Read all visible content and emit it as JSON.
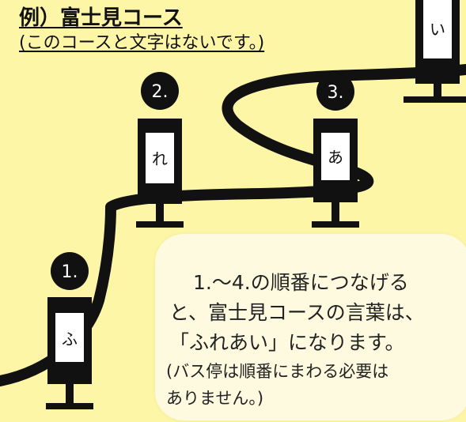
{
  "heading": {
    "title": "例）富士見コース",
    "subtitle": "(このコースと文字はないです。)"
  },
  "stops": [
    {
      "number": "1.",
      "char": "ふ"
    },
    {
      "number": "2.",
      "char": "れ"
    },
    {
      "number": "3.",
      "char": "あ"
    },
    {
      "number": "",
      "char": "い"
    }
  ],
  "callout": {
    "line1": "1.〜4.の順番につなげる",
    "line2": "と、富士見コースの言葉は、",
    "line3": "「ふれあい」になります。",
    "line4": "(バス停は順番にまわる必要は",
    "line5": "ありません。)"
  },
  "colors": {
    "background": "#fdf6a6",
    "callout_bg": "#fdfadf",
    "ink": "#111111"
  }
}
